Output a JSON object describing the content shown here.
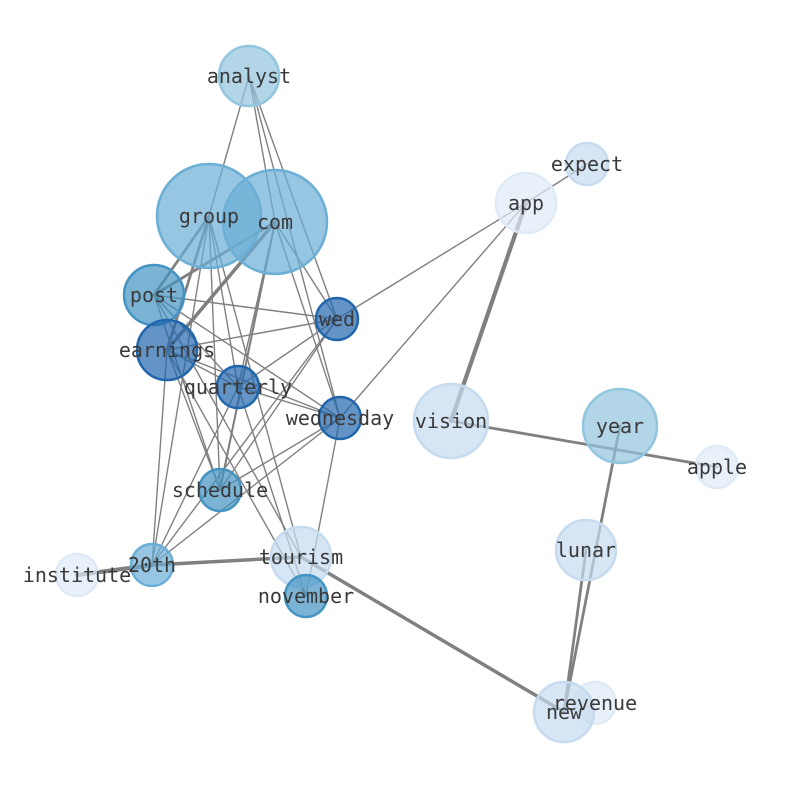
{
  "graph": {
    "colors": {
      "edge": "#808080",
      "palette": [
        "#2166ac",
        "#4393c3",
        "#6baed6",
        "#92c5de",
        "#c6dbef",
        "#deebf7"
      ]
    },
    "nodes": [
      {
        "id": "analyst",
        "label": "analyst",
        "weight": 3,
        "shade": 3
      },
      {
        "id": "expect",
        "label": "expect",
        "weight": 1.5,
        "shade": 4
      },
      {
        "id": "app",
        "label": "app",
        "weight": 3,
        "shade": 5
      },
      {
        "id": "group",
        "label": "group",
        "weight": 10,
        "shade": 2
      },
      {
        "id": "com",
        "label": "com",
        "weight": 10,
        "shade": 2
      },
      {
        "id": "post",
        "label": "post",
        "weight": 4,
        "shade": 1
      },
      {
        "id": "wed",
        "label": "wed",
        "weight": 2,
        "shade": 0
      },
      {
        "id": "earnings",
        "label": "earnings",
        "weight": 4,
        "shade": 0
      },
      {
        "id": "quarterly",
        "label": "quarterly",
        "weight": 2,
        "shade": 0
      },
      {
        "id": "wednesday",
        "label": "wednesday",
        "weight": 2,
        "shade": 0
      },
      {
        "id": "vision",
        "label": "vision",
        "weight": 5,
        "shade": 4
      },
      {
        "id": "year",
        "label": "year",
        "weight": 5,
        "shade": 3
      },
      {
        "id": "apple",
        "label": "apple",
        "weight": 2,
        "shade": 5
      },
      {
        "id": "schedule",
        "label": "schedule",
        "weight": 2,
        "shade": 1
      },
      {
        "id": "lunar",
        "label": "lunar",
        "weight": 3.5,
        "shade": 4
      },
      {
        "id": "institute",
        "label": "institute",
        "weight": 2,
        "shade": 5
      },
      {
        "id": "20th",
        "label": "20th",
        "weight": 2,
        "shade": 2
      },
      {
        "id": "tourism",
        "label": "tourism",
        "weight": 3.5,
        "shade": 4
      },
      {
        "id": "november",
        "label": "november",
        "weight": 2,
        "shade": 1
      },
      {
        "id": "revenue",
        "label": "revenue",
        "weight": 2,
        "shade": 5
      },
      {
        "id": "new",
        "label": "new",
        "weight": 3.5,
        "shade": 4
      }
    ],
    "edges": [
      {
        "source": "analyst",
        "target": "group",
        "weight": 1
      },
      {
        "source": "analyst",
        "target": "com",
        "weight": 1
      },
      {
        "source": "analyst",
        "target": "wed",
        "weight": 1
      },
      {
        "source": "analyst",
        "target": "wednesday",
        "weight": 1
      },
      {
        "source": "group",
        "target": "post",
        "weight": 2
      },
      {
        "source": "group",
        "target": "earnings",
        "weight": 2
      },
      {
        "source": "group",
        "target": "quarterly",
        "weight": 1
      },
      {
        "source": "group",
        "target": "schedule",
        "weight": 1
      },
      {
        "source": "group",
        "target": "tourism",
        "weight": 1
      },
      {
        "source": "group",
        "target": "20th",
        "weight": 1
      },
      {
        "source": "com",
        "target": "post",
        "weight": 2
      },
      {
        "source": "com",
        "target": "earnings",
        "weight": 2.5
      },
      {
        "source": "com",
        "target": "schedule",
        "weight": 1.5
      },
      {
        "source": "com",
        "target": "quarterly",
        "weight": 1
      },
      {
        "source": "com",
        "target": "wednesday",
        "weight": 1
      },
      {
        "source": "com",
        "target": "wed",
        "weight": 1
      },
      {
        "source": "post",
        "target": "wed",
        "weight": 1
      },
      {
        "source": "post",
        "target": "wednesday",
        "weight": 1
      },
      {
        "source": "post",
        "target": "quarterly",
        "weight": 1
      },
      {
        "source": "post",
        "target": "schedule",
        "weight": 1
      },
      {
        "source": "post",
        "target": "tourism",
        "weight": 1
      },
      {
        "source": "earnings",
        "target": "wed",
        "weight": 1
      },
      {
        "source": "earnings",
        "target": "wednesday",
        "weight": 1
      },
      {
        "source": "earnings",
        "target": "quarterly",
        "weight": 1
      },
      {
        "source": "earnings",
        "target": "20th",
        "weight": 1
      },
      {
        "source": "earnings",
        "target": "schedule",
        "weight": 1
      },
      {
        "source": "earnings",
        "target": "november",
        "weight": 1
      },
      {
        "source": "quarterly",
        "target": "wed",
        "weight": 1
      },
      {
        "source": "quarterly",
        "target": "wednesday",
        "weight": 1
      },
      {
        "source": "quarterly",
        "target": "20th",
        "weight": 1
      },
      {
        "source": "quarterly",
        "target": "november",
        "weight": 1
      },
      {
        "source": "wed",
        "target": "schedule",
        "weight": 1
      },
      {
        "source": "wed",
        "target": "20th",
        "weight": 1
      },
      {
        "source": "wed",
        "target": "app",
        "weight": 1
      },
      {
        "source": "wednesday",
        "target": "schedule",
        "weight": 1
      },
      {
        "source": "wednesday",
        "target": "20th",
        "weight": 1
      },
      {
        "source": "wednesday",
        "target": "app",
        "weight": 1
      },
      {
        "source": "wednesday",
        "target": "november",
        "weight": 1
      },
      {
        "source": "app",
        "target": "expect",
        "weight": 1
      },
      {
        "source": "app",
        "target": "vision",
        "weight": 3
      },
      {
        "source": "vision",
        "target": "apple",
        "weight": 2
      },
      {
        "source": "year",
        "target": "new",
        "weight": 2
      },
      {
        "source": "lunar",
        "target": "new",
        "weight": 2
      },
      {
        "source": "institute",
        "target": "20th",
        "weight": 3
      },
      {
        "source": "20th",
        "target": "tourism",
        "weight": 2.5
      },
      {
        "source": "tourism",
        "target": "new",
        "weight": 2.5
      }
    ]
  }
}
